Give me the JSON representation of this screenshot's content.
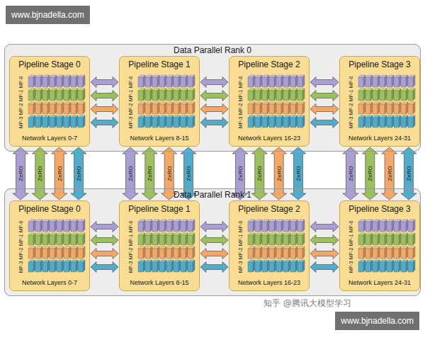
{
  "diagram": {
    "nodes": [
      {
        "text": [
          "Data Parallel Rank 0"
        ]
      },
      {
        "text": [
          "Pipeline Stage 0",
          "Network Layers 0-7"
        ],
        "in": 0
      },
      {
        "text": [
          "Pipeline Stage 1",
          "Network Layers 8-15"
        ],
        "in": 0
      },
      {
        "text": [
          "Pipeline Stage 2",
          "Network Layers 16-23"
        ],
        "in": 0
      },
      {
        "text": [
          "Pipeline Stage 3",
          "Network Layers 24-31"
        ],
        "in": 0
      },
      {
        "text": [
          "Data Parallel Rank 1"
        ]
      },
      {
        "text": [
          "Pipeline Stage 0",
          "Network Layers 0-7"
        ],
        "in": 5
      },
      {
        "text": [
          "Pipeline Stage 1",
          "Network Layers 8-15"
        ],
        "in": 5
      },
      {
        "text": [
          "Pipeline Stage 2",
          "Network Layers 16-23"
        ],
        "in": 5
      },
      {
        "text": [
          "Pipeline Stage 3",
          "Network Layers 24-31"
        ],
        "in": 5
      }
    ],
    "edges": [
      {
        "from": 1,
        "to": 2,
        "arrow": "both"
      },
      {
        "from": 1,
        "to": 2,
        "arrow": "both"
      },
      {
        "from": 1,
        "to": 2,
        "arrow": "both"
      },
      {
        "from": 1,
        "to": 2,
        "arrow": "both"
      },
      {
        "from": 2,
        "to": 3,
        "arrow": "both"
      },
      {
        "from": 2,
        "to": 3,
        "arrow": "both"
      },
      {
        "from": 2,
        "to": 3,
        "arrow": "both"
      },
      {
        "from": 2,
        "to": 3,
        "arrow": "both"
      },
      {
        "from": 3,
        "to": 4,
        "arrow": "both"
      },
      {
        "from": 3,
        "to": 4,
        "arrow": "both"
      },
      {
        "from": 3,
        "to": 4,
        "arrow": "both"
      },
      {
        "from": 3,
        "to": 4,
        "arrow": "both"
      },
      {
        "from": 6,
        "to": 7,
        "arrow": "both"
      },
      {
        "from": 6,
        "to": 7,
        "arrow": "both"
      },
      {
        "from": 6,
        "to": 7,
        "arrow": "both"
      },
      {
        "from": 6,
        "to": 7,
        "arrow": "both"
      },
      {
        "from": 7,
        "to": 8,
        "arrow": "both"
      },
      {
        "from": 7,
        "to": 8,
        "arrow": "both"
      },
      {
        "from": 7,
        "to": 8,
        "arrow": "both"
      },
      {
        "from": 7,
        "to": 8,
        "arrow": "both"
      },
      {
        "from": 8,
        "to": 9,
        "arrow": "both"
      },
      {
        "from": 8,
        "to": 9,
        "arrow": "both"
      },
      {
        "from": 8,
        "to": 9,
        "arrow": "both"
      },
      {
        "from": 8,
        "to": 9,
        "arrow": "both"
      },
      {
        "from": 1,
        "to": 6,
        "arrow": "both",
        "label": "ZeRO"
      },
      {
        "from": 1,
        "to": 6,
        "arrow": "both",
        "label": "ZeRO"
      },
      {
        "from": 1,
        "to": 6,
        "arrow": "both",
        "label": "ZeRO"
      },
      {
        "from": 1,
        "to": 6,
        "arrow": "both",
        "label": "ZeRO"
      },
      {
        "from": 2,
        "to": 7,
        "arrow": "both",
        "label": "ZeRO"
      },
      {
        "from": 2,
        "to": 7,
        "arrow": "both",
        "label": "ZeRO"
      },
      {
        "from": 2,
        "to": 7,
        "arrow": "both",
        "label": "ZeRO"
      },
      {
        "from": 2,
        "to": 7,
        "arrow": "both",
        "label": "ZeRO"
      },
      {
        "from": 3,
        "to": 8,
        "arrow": "both",
        "label": "ZeRO"
      },
      {
        "from": 3,
        "to": 8,
        "arrow": "both",
        "label": "ZeRO"
      },
      {
        "from": 3,
        "to": 8,
        "arrow": "both",
        "label": "ZeRO"
      },
      {
        "from": 3,
        "to": 8,
        "arrow": "both",
        "label": "ZeRO"
      },
      {
        "from": 4,
        "to": 9,
        "arrow": "both",
        "label": "ZeRO"
      },
      {
        "from": 4,
        "to": 9,
        "arrow": "both",
        "label": "ZeRO"
      },
      {
        "from": 4,
        "to": 9,
        "arrow": "both",
        "label": "ZeRO"
      },
      {
        "from": 4,
        "to": 9,
        "arrow": "both",
        "label": "ZeRO"
      }
    ],
    "labels": [
      "www.bjnadella.com",
      "MP-0",
      "MP-1",
      "MP-2",
      "MP-3",
      "MP-0",
      "MP-1",
      "MP-2",
      "MP-3",
      "MP-0",
      "MP-1",
      "MP-2",
      "MP-3",
      "MP-0",
      "MP-1",
      "MP-2",
      "MP-3",
      "MP-0",
      "MP-1",
      "MP-2",
      "MP-3",
      "MP-0",
      "MP-1",
      "MP-2",
      "MP-3",
      "MP-0",
      "MP-1",
      "MP-2",
      "MP-3",
      "MP-0",
      "MP-1",
      "MP-2",
      "MP-3",
      "知乎 @腾讯大模型学习",
      "www.bjnadella.com"
    ]
  }
}
